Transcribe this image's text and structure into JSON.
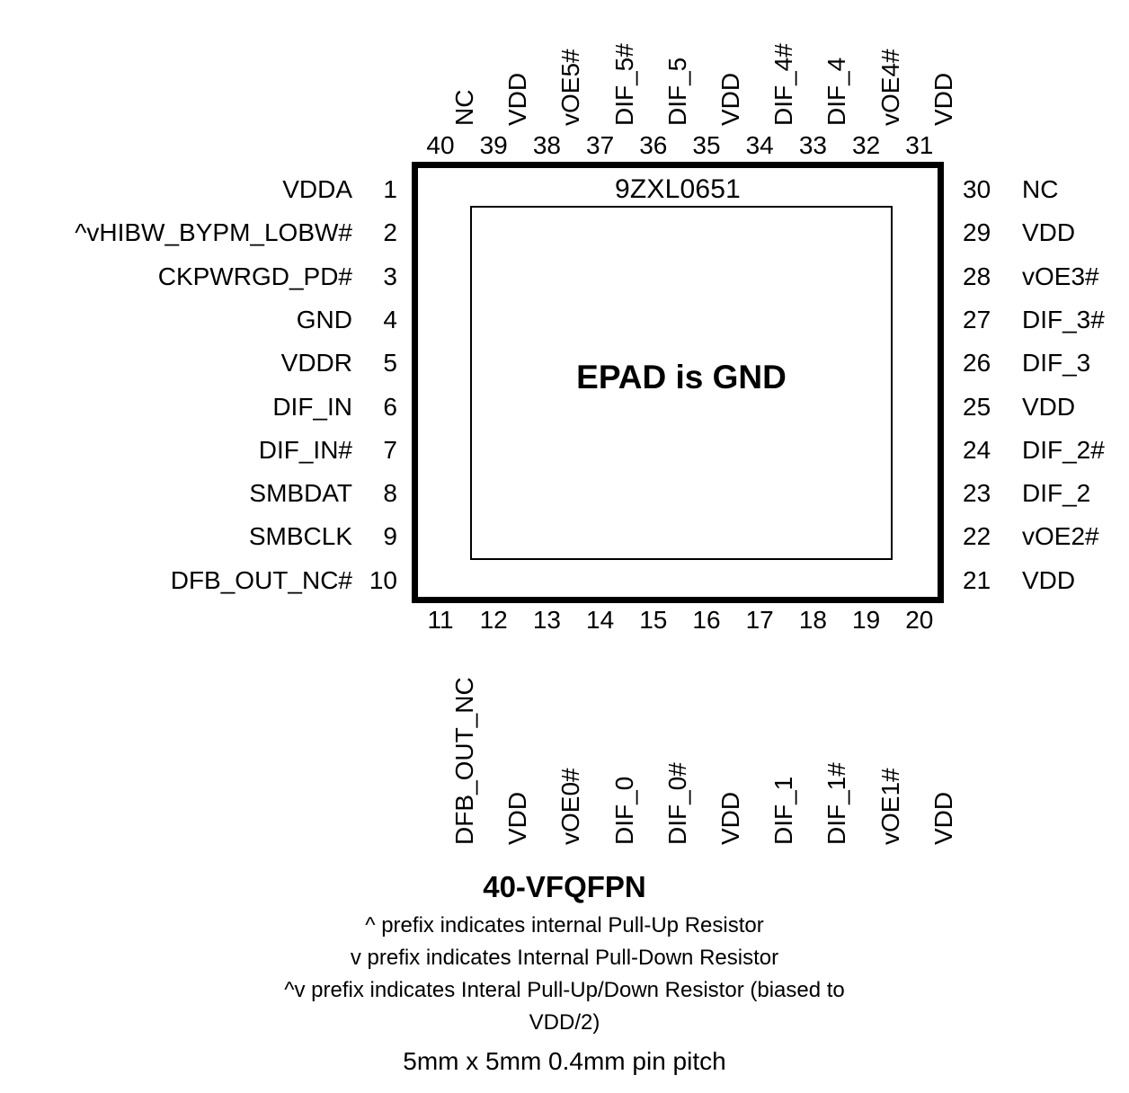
{
  "package": {
    "part_number": "9ZXL0651",
    "epad_label": "EPAD is GND",
    "title": "40-VFQFPN",
    "dimensions": "5mm x 5mm 0.4mm pin pitch",
    "notes": [
      "^ prefix indicates internal Pull-Up Resistor",
      "v prefix indicates Internal Pull-Down Resistor",
      "^v prefix indicates Interal Pull-Up/Down Resistor (biased to",
      "VDD/2)"
    ]
  },
  "pins": {
    "left": [
      {
        "num": "1",
        "label": "VDDA"
      },
      {
        "num": "2",
        "label": "^vHIBW_BYPM_LOBW#"
      },
      {
        "num": "3",
        "label": "CKPWRGD_PD#"
      },
      {
        "num": "4",
        "label": "GND"
      },
      {
        "num": "5",
        "label": "VDDR"
      },
      {
        "num": "6",
        "label": "DIF_IN"
      },
      {
        "num": "7",
        "label": "DIF_IN#"
      },
      {
        "num": "8",
        "label": "SMBDAT"
      },
      {
        "num": "9",
        "label": "SMBCLK"
      },
      {
        "num": "10",
        "label": "DFB_OUT_NC#"
      }
    ],
    "bottom": [
      {
        "num": "11",
        "label": "DFB_OUT_NC"
      },
      {
        "num": "12",
        "label": "VDD"
      },
      {
        "num": "13",
        "label": "vOE0#"
      },
      {
        "num": "14",
        "label": "DIF_0"
      },
      {
        "num": "15",
        "label": "DIF_0#"
      },
      {
        "num": "16",
        "label": "VDD"
      },
      {
        "num": "17",
        "label": "DIF_1"
      },
      {
        "num": "18",
        "label": "DIF_1#"
      },
      {
        "num": "19",
        "label": "vOE1#"
      },
      {
        "num": "20",
        "label": "VDD"
      }
    ],
    "right": [
      {
        "num": "30",
        "label": "NC"
      },
      {
        "num": "29",
        "label": "VDD"
      },
      {
        "num": "28",
        "label": "vOE3#"
      },
      {
        "num": "27",
        "label": "DIF_3#"
      },
      {
        "num": "26",
        "label": "DIF_3"
      },
      {
        "num": "25",
        "label": "VDD"
      },
      {
        "num": "24",
        "label": "DIF_2#"
      },
      {
        "num": "23",
        "label": "DIF_2"
      },
      {
        "num": "22",
        "label": "vOE2#"
      },
      {
        "num": "21",
        "label": "VDD"
      }
    ],
    "top": [
      {
        "num": "40",
        "label": "NC"
      },
      {
        "num": "39",
        "label": "VDD"
      },
      {
        "num": "38",
        "label": "vOE5#"
      },
      {
        "num": "37",
        "label": "DIF_5#"
      },
      {
        "num": "36",
        "label": "DIF_5"
      },
      {
        "num": "35",
        "label": "VDD"
      },
      {
        "num": "34",
        "label": "DIF_4#"
      },
      {
        "num": "33",
        "label": "DIF_4"
      },
      {
        "num": "32",
        "label": "vOE4#"
      },
      {
        "num": "31",
        "label": "VDD"
      }
    ]
  }
}
